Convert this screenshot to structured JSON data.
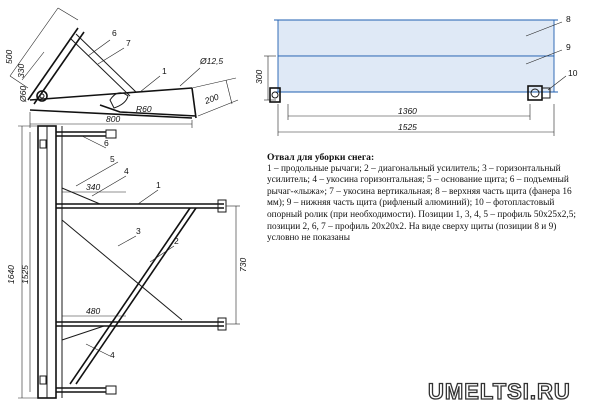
{
  "caption": {
    "title": "Отвал для уборки снега:",
    "body": "1 – продольные рычаги; 2 – диагональный усилитель; 3 – горизонтальный усилитель; 4 – укосина горизонтальная; 5 – основание щита; 6 – подъемный рычаг-«лыжа»; 7 – укосина вертикальная; 8 – верхняя часть щита (фанера 16 мм); 9 – нижняя часть щита (рифленый алюминий); 10 – фотопластовый опорный ролик (при необходимости). Позиции 1, 3, 4, 5 – профиль 50х25х2,5; позиции 2, 6, 7 – профиль 20х20х2. На виде сверху щиты (позиции 8 и 9) условно не показаны"
  },
  "side_view": {
    "dims": {
      "h500": "500",
      "h330": "330",
      "d60": "Ø60",
      "d125": "Ø12,5",
      "r60": "R60",
      "w800": "800",
      "w200": "200"
    },
    "labels": {
      "p6": "6",
      "p7": "7",
      "p1": "1"
    }
  },
  "front_view": {
    "dims": {
      "h300": "300",
      "w1360": "1360",
      "w1525": "1525"
    },
    "labels": {
      "p8": "8",
      "p9": "9",
      "p10": "10"
    }
  },
  "top_view": {
    "dims": {
      "h1640": "1640",
      "h1525": "1525",
      "w340": "340",
      "w480": "480",
      "h730": "730"
    },
    "labels": {
      "p6": "6",
      "p5": "5",
      "p4a": "4",
      "p1": "1",
      "p3": "3",
      "p2": "2",
      "p4b": "4"
    }
  },
  "logo": {
    "text": "UMELTSI.RU"
  }
}
